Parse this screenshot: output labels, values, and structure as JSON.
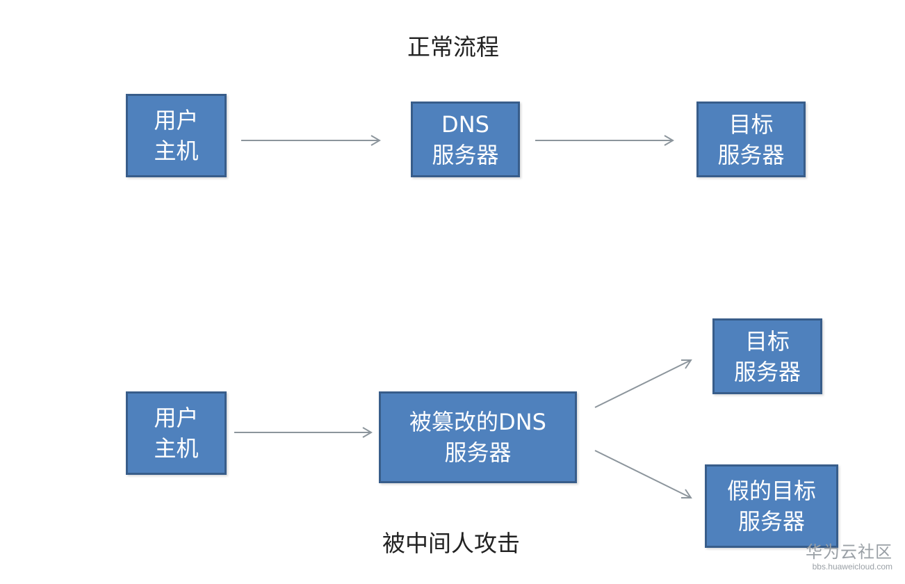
{
  "captions": {
    "normal": "正常流程",
    "attack": "被中间人攻击"
  },
  "normal_flow": {
    "user_host": [
      "用户",
      "主机"
    ],
    "dns_server": [
      "DNS",
      "服务器"
    ],
    "target_server": [
      "目标",
      "服务器"
    ]
  },
  "attack_flow": {
    "user_host": [
      "用户",
      "主机"
    ],
    "tampered_dns": [
      "被篡改的DNS",
      "服务器"
    ],
    "target_server": [
      "目标",
      "服务器"
    ],
    "fake_target": [
      "假的目标",
      "服务器"
    ]
  },
  "watermark": {
    "name": "华为云社区",
    "url": "bbs.huaweicloud.com"
  },
  "colors": {
    "box_fill": "#4f81bd",
    "box_border": "#385d8a",
    "arrow": "#8c959c"
  }
}
